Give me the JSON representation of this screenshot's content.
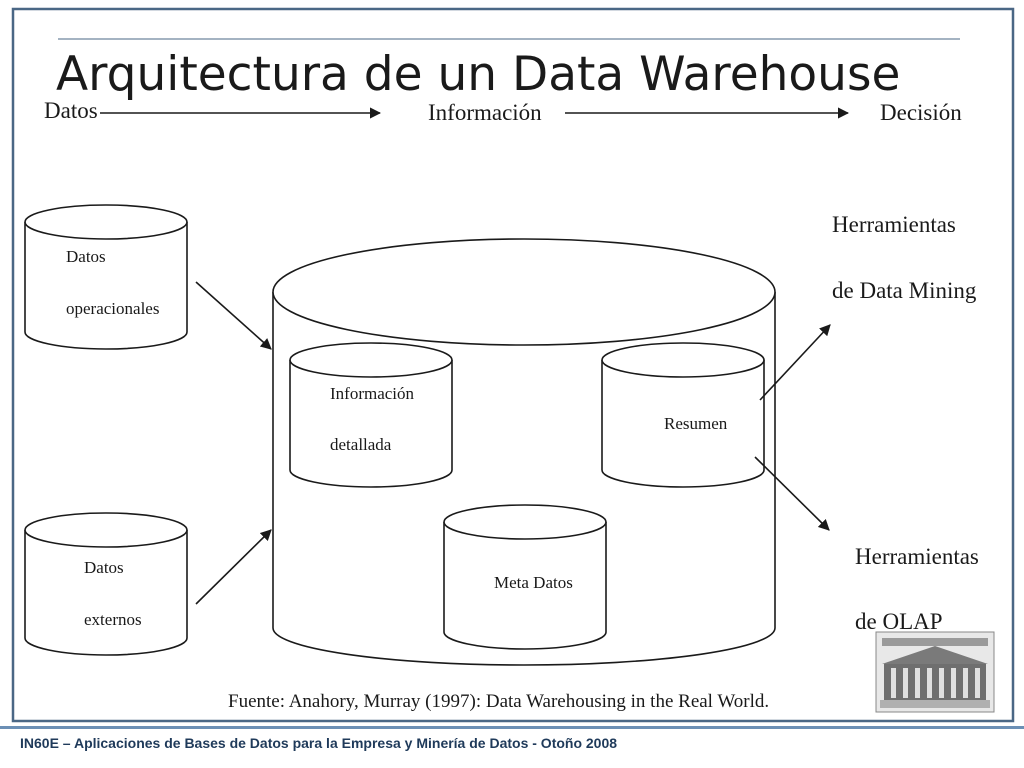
{
  "slide": {
    "title": "Arquitectura de un Data Warehouse",
    "frame_color": "#4a6785",
    "footer_bar_color": "#6b8fb5"
  },
  "flow": {
    "stage1": "Datos",
    "stage2": "Información",
    "stage3": "Decisión"
  },
  "sources": {
    "operational": [
      "Datos",
      "operacionales"
    ],
    "external": [
      "Datos",
      "externos"
    ]
  },
  "warehouse": {
    "detailed": [
      "Información",
      "detallada"
    ],
    "summary": "Resumen",
    "metadata": "Meta Datos"
  },
  "tools": {
    "data_mining": [
      "Herramientas",
      "de Data Mining"
    ],
    "olap": [
      "Herramientas",
      "de OLAP"
    ]
  },
  "source_note": "Fuente: Anahory, Murray (1997): Data Warehousing in the Real World.",
  "footer": "IN60E – Aplicaciones de Bases de Datos para la Empresa y Minería de Datos - Otoño 2008"
}
